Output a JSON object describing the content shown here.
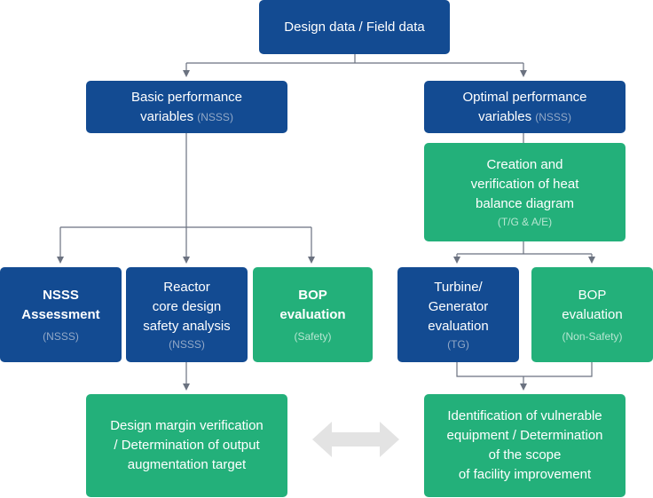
{
  "top": {
    "label": "Design data / Field data"
  },
  "left_branch": {
    "header": {
      "line1": "Basic performance",
      "line2": "variables",
      "tag": "(NSSS)"
    },
    "nsss_assessment": {
      "line1": "NSSS",
      "line2": "Assessment",
      "tag": "(NSSS)"
    },
    "reactor": {
      "line1": "Reactor",
      "line2": "core design",
      "line3": "safety analysis",
      "tag": "(NSSS)"
    },
    "bop": {
      "line1": "BOP",
      "line2": "evaluation",
      "tag": "(Safety)"
    },
    "result": {
      "line1": "Design margin verification",
      "line2": "/ Determination of output",
      "line3": "augmentation target"
    }
  },
  "right_branch": {
    "header": {
      "line1": "Optimal performance",
      "line2": "variables",
      "tag": "(NSSS)"
    },
    "heat_balance": {
      "line1": "Creation and",
      "line2": "verification of heat",
      "line3": "balance diagram",
      "tag": "(T/G & A/E)"
    },
    "turbine": {
      "line1": "Turbine/",
      "line2": "Generator",
      "line3": "evaluation",
      "tag": "(TG)"
    },
    "bop": {
      "line1": "BOP",
      "line2": "evaluation",
      "tag": "(Non-Safety)"
    },
    "result": {
      "line1": "Identification of vulnerable",
      "line2": "equipment / Determination",
      "line3": "of the scope",
      "line4": "of facility improvement"
    }
  },
  "colors": {
    "blue": "#134b92",
    "green": "#23b07a",
    "connector": "#6b7280",
    "double_arrow": "#e3e3e3"
  }
}
